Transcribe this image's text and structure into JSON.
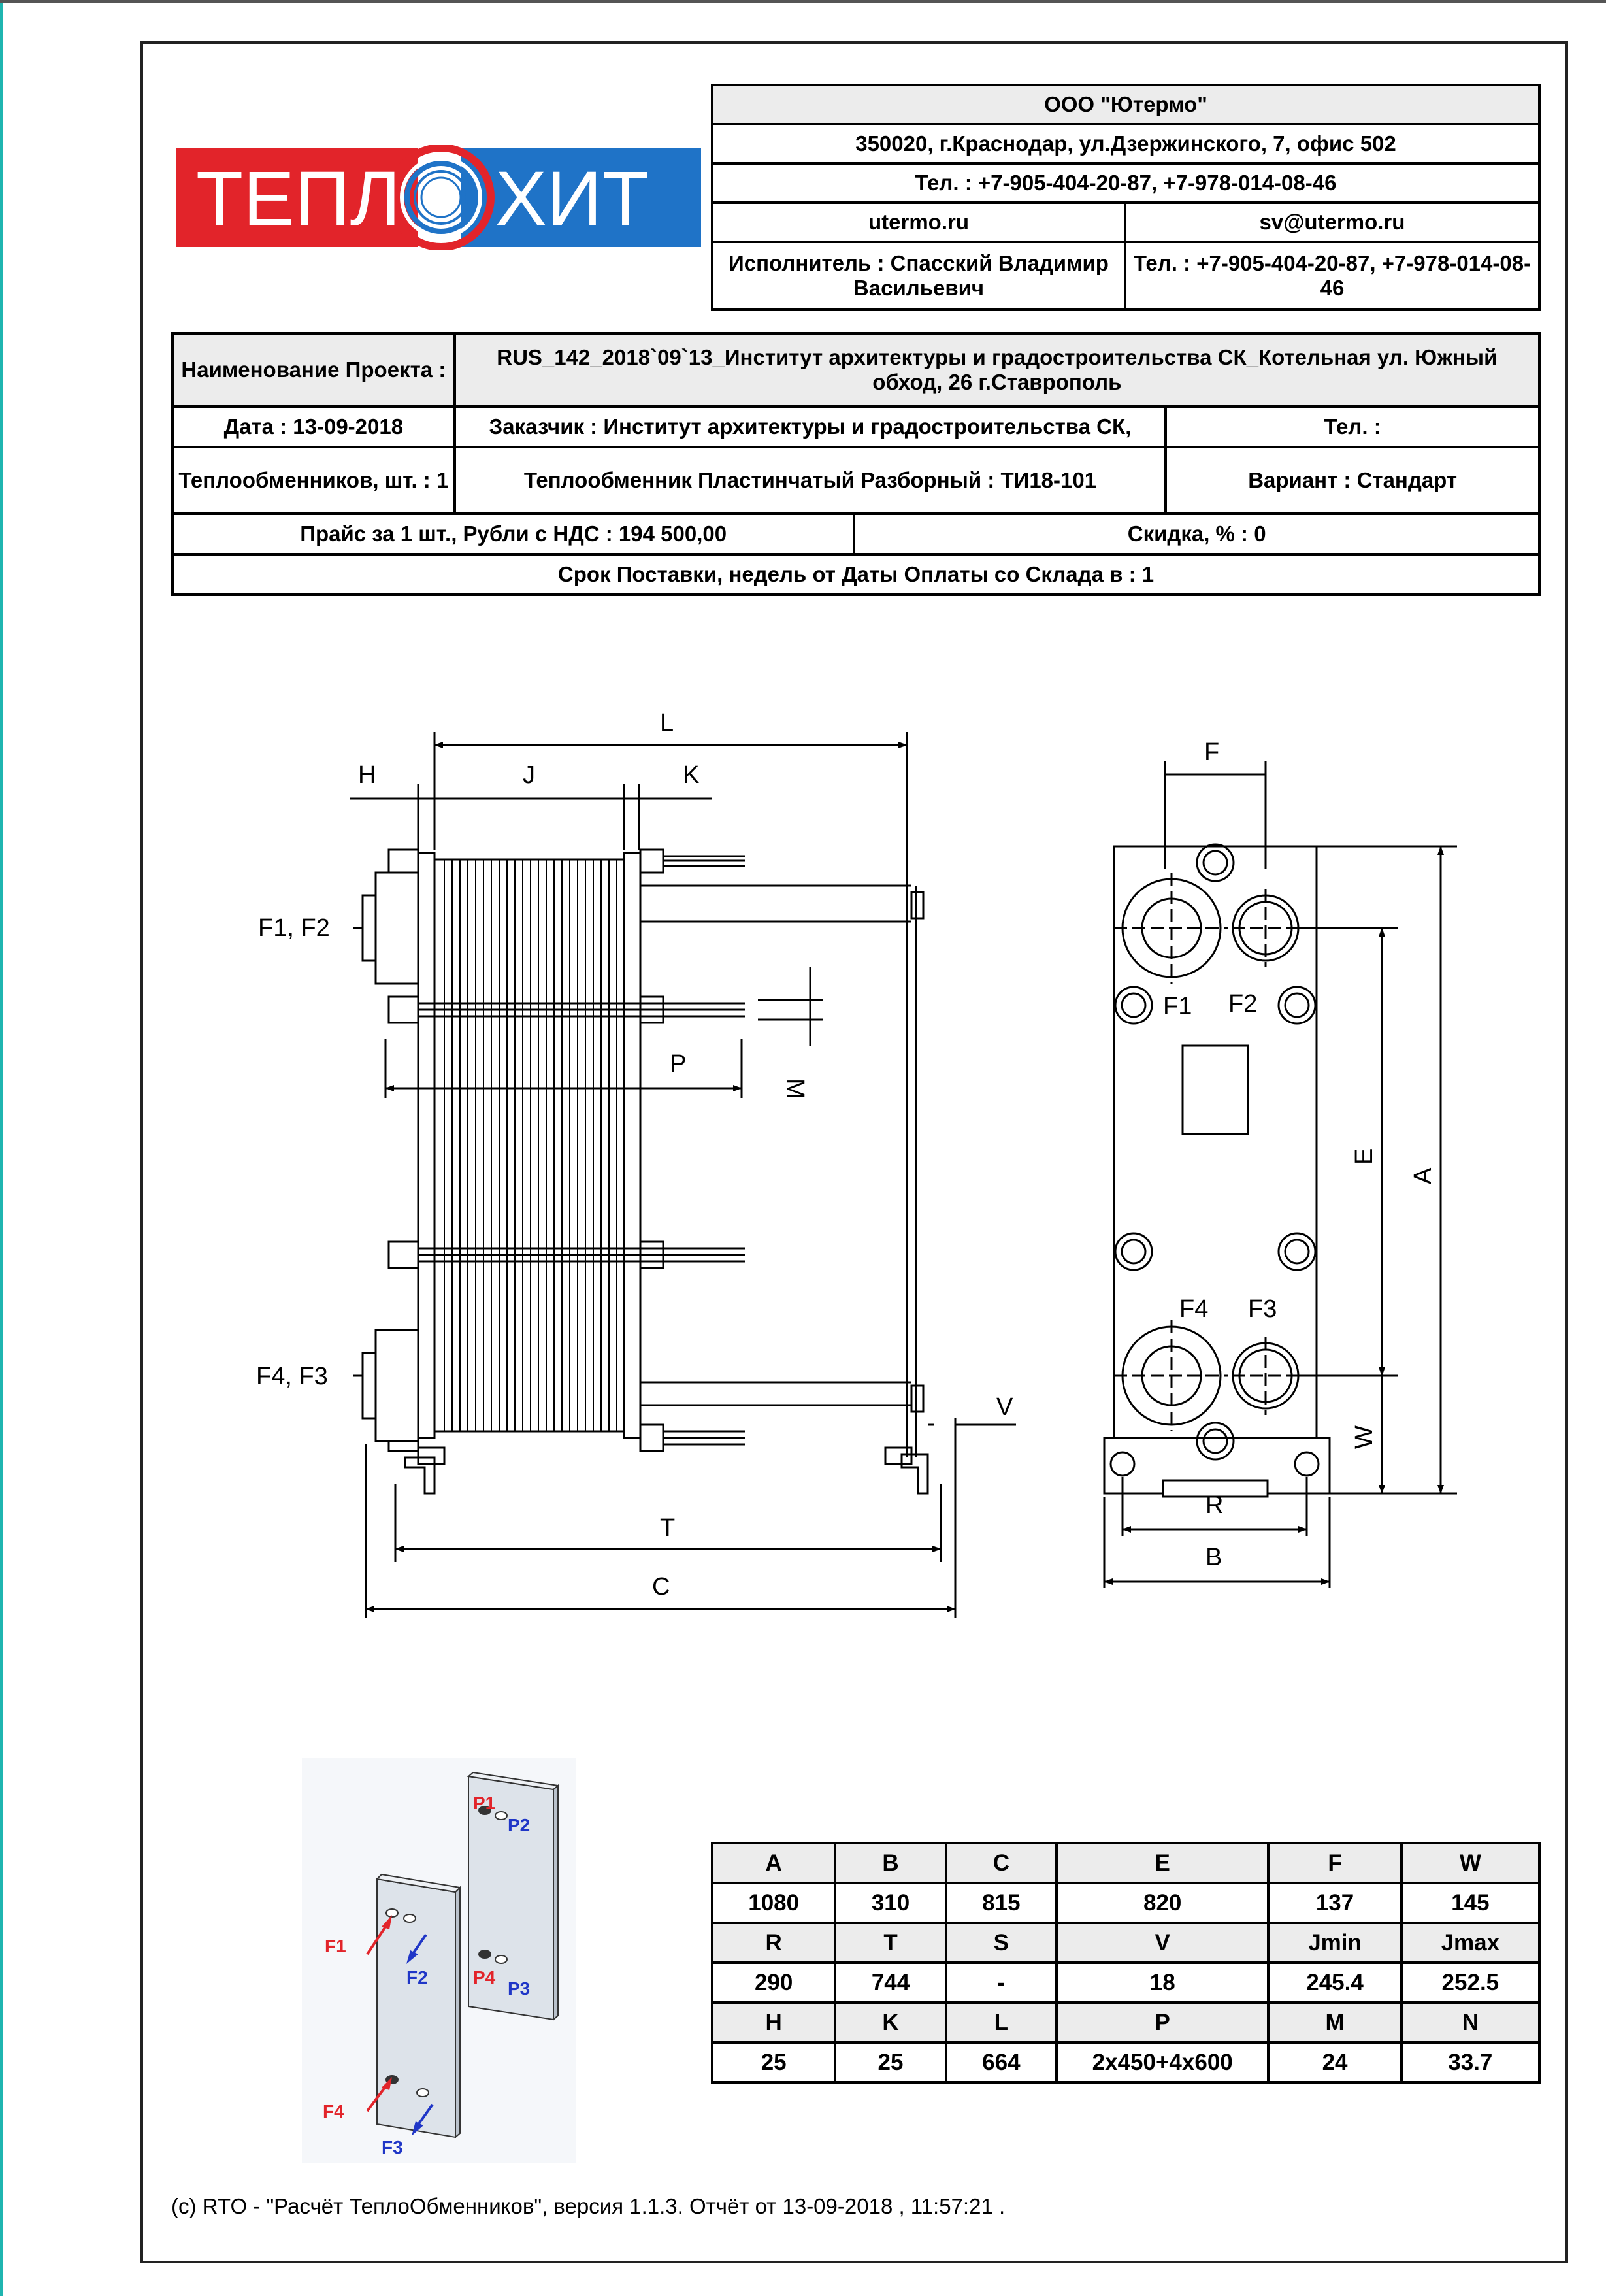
{
  "logo": {
    "left_text": "ТЕПЛ",
    "right_text": "ХИТ",
    "colors": {
      "red": "#e2242a",
      "blue": "#1f73c7"
    }
  },
  "company": {
    "name": "ООО \"Ютермо\"",
    "address": "350020, г.Краснодар, ул.Дзержинского, 7, офис 502",
    "phone": "Тел. : +7-905-404-20-87, +7-978-014-08-46",
    "website": "utermo.ru",
    "email": "sv@utermo.ru",
    "executor": "Исполнитель : Спасский Владимир Васильевич",
    "executor_phone": "Тел. : +7-905-404-20-87, +7-978-014-08-46"
  },
  "project": {
    "name_label": "Наименование Проекта :",
    "name_value": "RUS_142_2018`09`13_Институт архитектуры и градостроительства СК_Котельная ул. Южный обход, 26 г.Ставрополь",
    "date": "Дата : 13-09-2018",
    "customer": "Заказчик : Институт архитектуры и градостроительства СК,",
    "tel": "Тел. :",
    "qty": "Теплообменников, шт. : 1",
    "model": "Теплообменник Пластинчатый Разборный : ТИ18-101",
    "variant": "Вариант : Стандарт",
    "price": "Прайс за 1 шт., Рубли с НДС : 194 500,00",
    "discount": "Скидка, % : 0",
    "delivery": "Срок Поставки, недель от Даты Оплаты со Склада в : 1"
  },
  "drawing": {
    "labels": {
      "L": "L",
      "H": "H",
      "J": "J",
      "K": "K",
      "F1F2": "F1, F2",
      "F4F3": "F4, F3",
      "P": "P",
      "M": "M",
      "V": "V",
      "T": "T",
      "C": "C",
      "F": "F",
      "A": "A",
      "E": "E",
      "W": "W",
      "R": "R",
      "B": "B",
      "F1": "F1",
      "F2": "F2",
      "F3": "F3",
      "F4": "F4"
    }
  },
  "plate_illustration": {
    "labels": {
      "P1": "P1",
      "P2": "P2",
      "P3": "P3",
      "P4": "P4",
      "F1": "F1",
      "F2": "F2",
      "F3": "F3",
      "F4": "F4"
    }
  },
  "specs": {
    "rows": [
      [
        "A",
        "B",
        "C",
        "E",
        "F",
        "W"
      ],
      [
        "1080",
        "310",
        "815",
        "820",
        "137",
        "145"
      ],
      [
        "R",
        "T",
        "S",
        "V",
        "Jmin",
        "Jmax"
      ],
      [
        "290",
        "744",
        "-",
        "18",
        "245.4",
        "252.5"
      ],
      [
        "H",
        "K",
        "L",
        "P",
        "M",
        "N"
      ],
      [
        "25",
        "25",
        "664",
        "2x450+4x600",
        "24",
        "33.7"
      ]
    ]
  },
  "footer": "(c) RTO - \"Расчёт ТеплоОбменников\", версия 1.1.3. Отчёт от 13-09-2018 , 11:57:21 ."
}
